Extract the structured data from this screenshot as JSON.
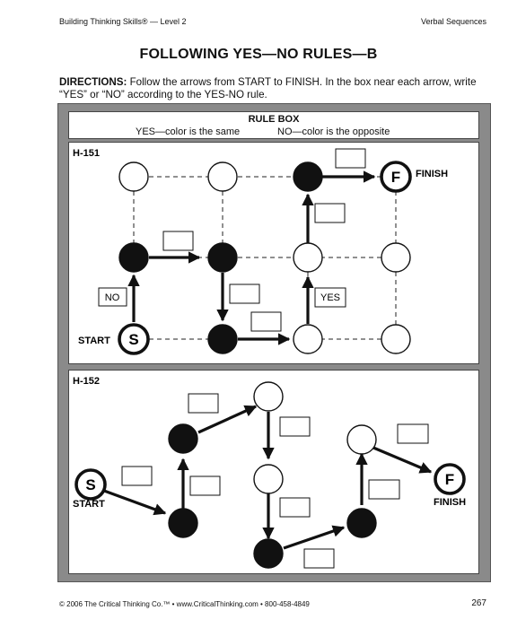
{
  "header": {
    "left": "Building Thinking Skills® — Level 2",
    "right": "Verbal Sequences"
  },
  "title": "FOLLOWING YES—NO RULES—B",
  "directions": {
    "label": "DIRECTIONS:",
    "text": " Follow the arrows from START to FINISH. In the box near each arrow, write “YES” or “NO” according to the YES-NO rule."
  },
  "rule_box": {
    "title": "RULE BOX",
    "yes_rule": "YES—color is the same",
    "no_rule": "NO—color is the opposite"
  },
  "puzzles": [
    {
      "id": "H-151",
      "start_label": "START",
      "finish_label": "FINISH",
      "start_letter": "S",
      "finish_letter": "F",
      "answer_boxes": [
        "NO",
        "",
        "",
        "",
        "YES",
        "",
        ""
      ]
    },
    {
      "id": "H-152",
      "start_label": "START",
      "finish_label": "FINISH",
      "start_letter": "S",
      "finish_letter": "F",
      "answer_boxes": [
        "",
        "",
        "",
        "",
        "",
        "",
        "",
        ""
      ]
    }
  ],
  "footer": {
    "left": "© 2006 The Critical Thinking Co.™ • www.CriticalThinking.com • 800-458-4849",
    "page_number": "267"
  },
  "colors": {
    "frame": "#8a8a8a",
    "ink": "#111111"
  }
}
